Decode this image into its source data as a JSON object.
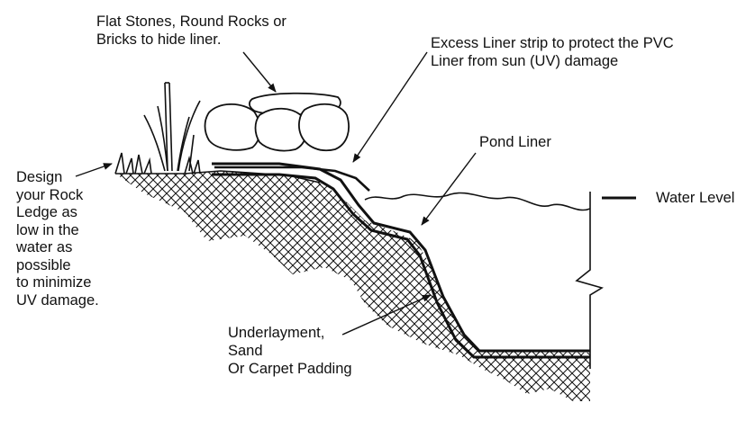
{
  "labels": {
    "stones": [
      "Flat Stones, Round Rocks or",
      "Bricks to hide liner."
    ],
    "excess": [
      "Excess Liner strip to protect the PVC",
      "Liner from sun (UV) damage"
    ],
    "pond_liner": [
      "Pond Liner"
    ],
    "water_level": [
      "Water Level"
    ],
    "design": [
      "Design",
      "your Rock",
      "Ledge as",
      "low in the",
      "water as",
      "possible",
      "to minimize",
      "UV damage."
    ],
    "underlayment": [
      "Underlayment,",
      "Sand",
      "Or Carpet Padding"
    ]
  },
  "colors": {
    "ink": "#111111",
    "background": "#ffffff"
  }
}
